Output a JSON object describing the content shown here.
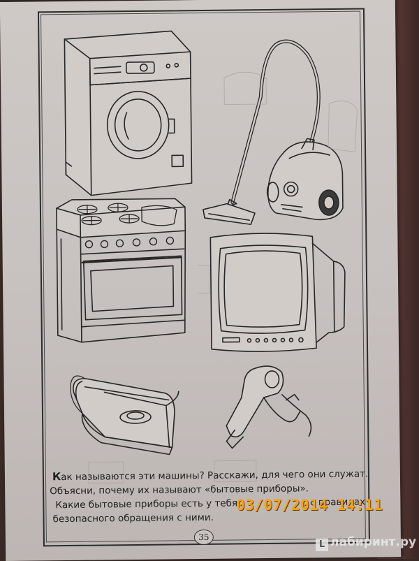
{
  "illustrations": [
    {
      "name": "washing-machine"
    },
    {
      "name": "vacuum-cleaner"
    },
    {
      "name": "gas-stove"
    },
    {
      "name": "television"
    },
    {
      "name": "iron"
    },
    {
      "name": "hair-dryer"
    }
  ],
  "text": {
    "line1_cap": "К",
    "line1_rest": "ак называются эти машины? Расскажи, для чего они служат.",
    "line2": "Объясни, почему их называют «бытовые приборы».",
    "line3": "Какие бытовые приборы есть у тебя",
    "line3_end": "с правилах",
    "line4": "безопасного обращения с ними."
  },
  "page_number": "35",
  "date_stamp": "03/07/2014 14:11",
  "watermark": "лабиринт.ру",
  "colors": {
    "paper": "#cfc9c6",
    "ink": "#222222",
    "stamp": "#f6a20e"
  }
}
